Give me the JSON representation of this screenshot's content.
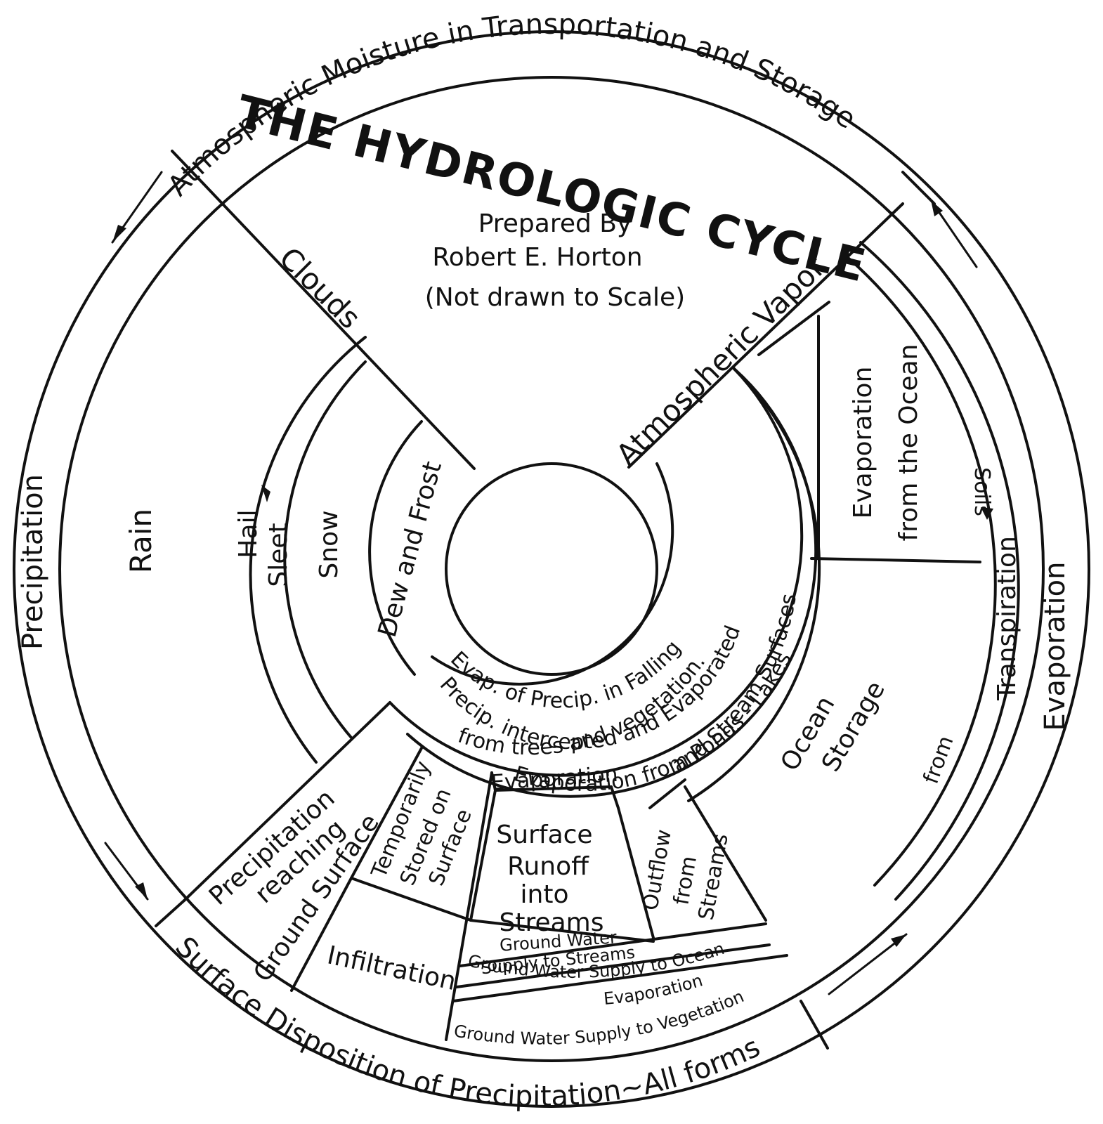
{
  "title": "THE HYDROLOGIC CYCLE",
  "credit": [
    "Prepared By",
    "Robert E. Horton",
    "(Not drawn to Scale)"
  ],
  "outer_ring": {
    "top": "Atmospheric Moisture in Transportation and Storage",
    "left": "Precipitation",
    "right": "Evaporation",
    "bottom": "Surface Disposition of Precipitation~All forms"
  },
  "labels": {
    "clouds": "Clouds",
    "atmospheric_vapor": "Atmospheric Vapor",
    "rain": "Rain",
    "hail": "Hail",
    "sleet": "Sleet",
    "snow": "Snow",
    "dew_frost": "Dew and Frost",
    "evap_falling": "Evap. of Precip. in Falling",
    "intercepted_1": "Precip. intercepted and Evaporated",
    "intercepted_2": "from trees and vegetation.",
    "evap_ponds_1": "Evaporation from Ponds - Lakes",
    "evap_ponds_2": "and Stream Surfaces",
    "evap_ocean_1": "Evaporation",
    "evap_ocean_2": "from the Ocean",
    "ocean_storage_1": "Ocean",
    "ocean_storage_2": "Storage",
    "transpiration": "Transpiration",
    "soils": "Soils",
    "from": "from",
    "prg_1": "Precipitation",
    "prg_2": "reaching",
    "prg_3": "Ground Surface",
    "temp_1": "Temporarily",
    "temp_2": "Stored on",
    "temp_3": "Surface",
    "evaporation": "Evaporation",
    "runoff_1": "Surface",
    "runoff_2": "Runoff",
    "runoff_3": "into",
    "runoff_4": "Streams",
    "outflow_1": "Outflow",
    "outflow_2": "from",
    "outflow_3": "Streams",
    "infiltration": "Infiltration",
    "gw_streams_1": "Ground Water",
    "gw_streams_2": "Supply to Streams",
    "gw_ocean": "Ground Water Supply to Ocean",
    "gw_evap": "Evaporation",
    "gw_veg": "Ground Water Supply to Vegetation"
  }
}
